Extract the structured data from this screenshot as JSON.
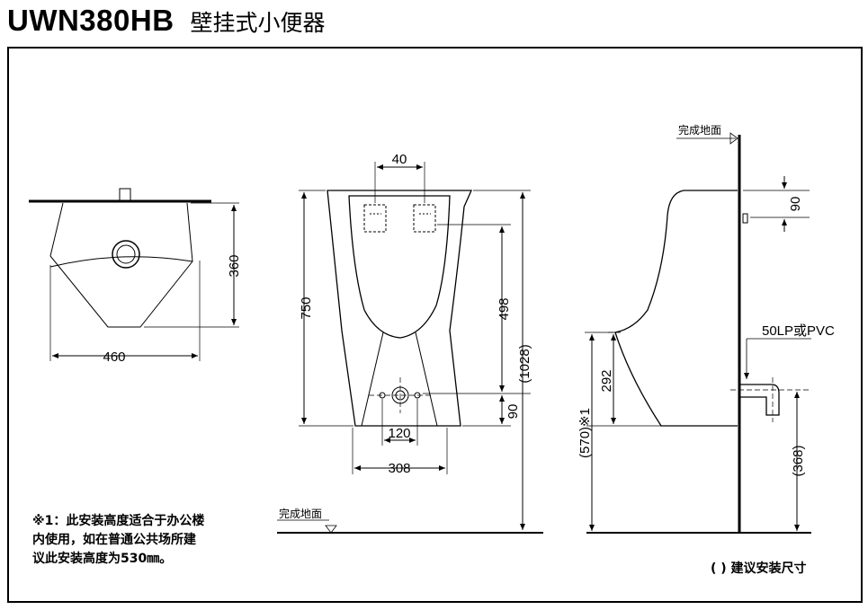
{
  "header": {
    "model": "UWN380HB",
    "name": "壁挂式小便器"
  },
  "top_view": {
    "width_dim": "460",
    "depth_dim": "360"
  },
  "front_view": {
    "outlet_spacing_dim": "40",
    "height_dim": "750",
    "inlet_height_dim": "498",
    "total_height_dim": "(1028)",
    "bottom_dim": "90",
    "bolt_spacing_dim": "120",
    "base_width_dim": "308",
    "floor_label": "完成地面"
  },
  "side_view": {
    "floor_label": "完成地面",
    "top_offset_dim": "90",
    "pipe_label": "50LP或PVC",
    "lower_dim": "292",
    "install_height_dim": "(570)※1",
    "drain_height_dim": "(368)"
  },
  "note_lines": [
    "※1：此安装高度适合于办公楼",
    "内使用，如在普通公共场所建",
    "议此安装高度为530㎜。"
  ],
  "legend": "( ) 建议安装尺寸"
}
